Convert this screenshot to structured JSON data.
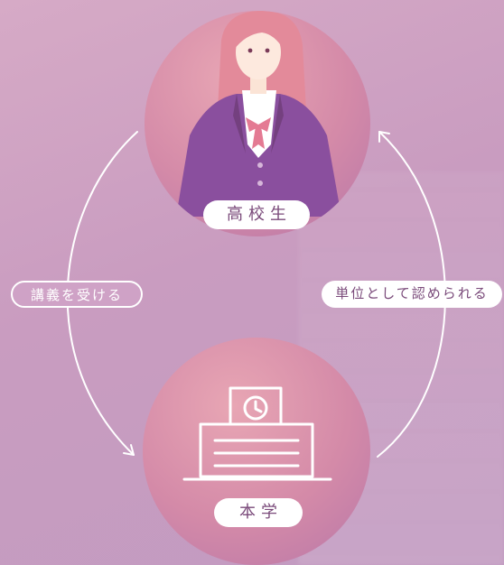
{
  "nodes": {
    "student": {
      "label": "高校生"
    },
    "university": {
      "label": "本学"
    }
  },
  "edges": {
    "left": {
      "label": "講義を受ける"
    },
    "right": {
      "label": "単位として認められる"
    }
  },
  "colors": {
    "background": "#c99cc0",
    "circle": "#d48aa8",
    "uniform": "#8a4f9e",
    "label_text": "#7a4a7a",
    "line": "#ffffff"
  },
  "icons": {
    "student": "student-illustration",
    "university": "building-clock-icon"
  }
}
